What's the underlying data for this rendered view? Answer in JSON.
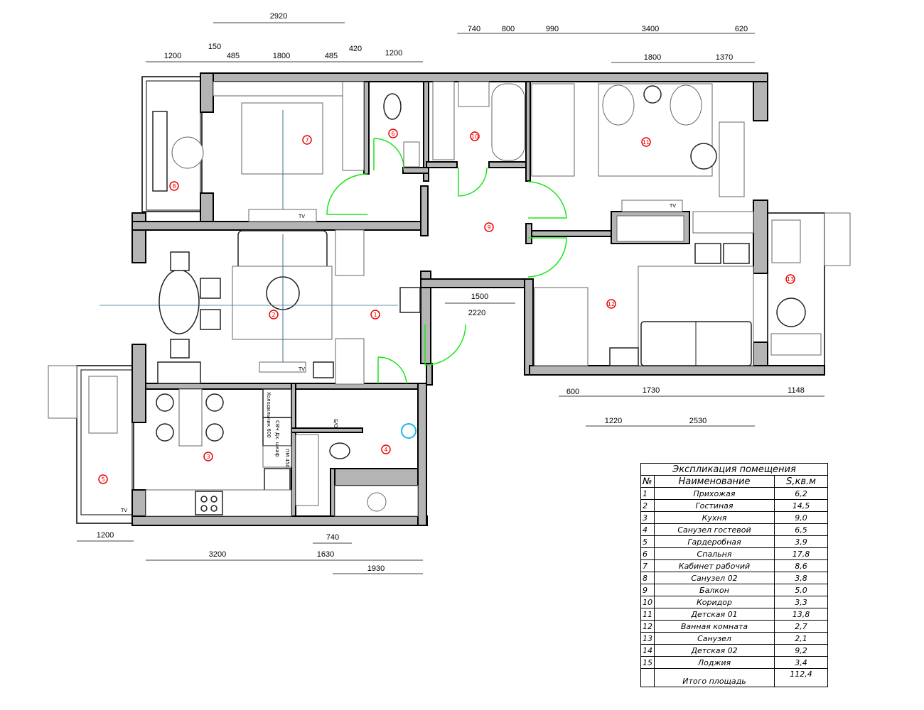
{
  "dimensions": {
    "top_overall": "2920",
    "top_right": [
      "740",
      "800",
      "990",
      "3400",
      "620"
    ],
    "top_left": [
      "1200",
      "150",
      "485",
      "1800",
      "485",
      "420",
      "1200"
    ],
    "top_kids": [
      "1800",
      "1370"
    ],
    "entry": [
      "1500",
      "2220"
    ],
    "right_bottom_1": [
      "600",
      "1730",
      "1148"
    ],
    "right_bottom_2": [
      "1220",
      "2530"
    ],
    "bottom_left": "1200",
    "bottom_740": "740",
    "bottom_row": [
      "3200",
      "1630"
    ],
    "bottom_1930": "1930"
  },
  "room_markers": [
    "1",
    "2",
    "3",
    "4",
    "5",
    "6",
    "7",
    "8",
    "9",
    "10",
    "11",
    "12",
    "13"
  ],
  "fixture_labels": {
    "tv": "TV",
    "fridge": "Холодильник 600",
    "microwave": "СВЧ Дх. шкаф",
    "dishwasher": "ПМ 450",
    "bo": "Б/О"
  },
  "explication": {
    "title": "Экспликация помещения",
    "col_no": "№",
    "col_name": "Наименование",
    "col_area": "S,кв.м",
    "rows": [
      {
        "no": "1",
        "name": "Прихожая",
        "area": "6,2"
      },
      {
        "no": "2",
        "name": "Гостиная",
        "area": "14,5"
      },
      {
        "no": "3",
        "name": "Кухня",
        "area": "9,0"
      },
      {
        "no": "4",
        "name": "Санузел гостевой",
        "area": "6,5"
      },
      {
        "no": "5",
        "name": "Гардеробная",
        "area": "3,9"
      },
      {
        "no": "6",
        "name": "Спальня",
        "area": "17,8"
      },
      {
        "no": "7",
        "name": "Кабинет рабочий",
        "area": "8,6"
      },
      {
        "no": "8",
        "name": "Санузел 02",
        "area": "3,8"
      },
      {
        "no": "9",
        "name": "Балкон",
        "area": "5,0"
      },
      {
        "no": "10",
        "name": "Коридор",
        "area": "3,3"
      },
      {
        "no": "11",
        "name": "Детская 01",
        "area": "13,8"
      },
      {
        "no": "12",
        "name": "Ванная комната",
        "area": "2,7"
      },
      {
        "no": "13",
        "name": "Санузел",
        "area": "2,1"
      },
      {
        "no": "14",
        "name": "Детская 02",
        "area": "9,2"
      },
      {
        "no": "15",
        "name": "Лоджия",
        "area": "3,4"
      }
    ],
    "total_label": "Итого площадь",
    "total_value": "112,4"
  }
}
